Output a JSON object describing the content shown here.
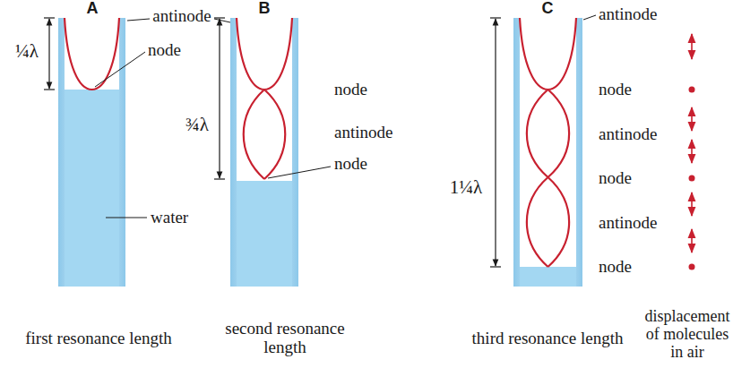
{
  "diagram": {
    "labels": [
      "A",
      "antinode",
      "node",
      "water",
      "¼λ",
      "first resonance length",
      "B",
      "node",
      "antinode",
      "node",
      "¾λ",
      "second resonance length",
      "C",
      "antinode",
      "node",
      "antinode",
      "node",
      "antinode",
      "node",
      "1¼λ",
      "third resonance length",
      "displacement of molecules in air"
    ]
  }
}
